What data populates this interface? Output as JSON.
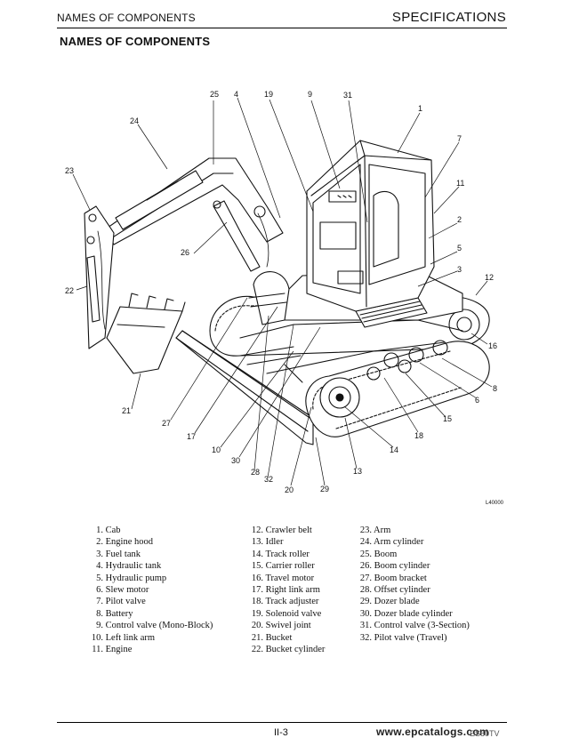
{
  "header": {
    "left": "NAMES OF COMPONENTS",
    "right": "SPECIFICATIONS"
  },
  "title": "NAMES OF COMPONENTS",
  "figure": {
    "code": "L40000",
    "callouts": [
      "25",
      "4",
      "19",
      "9",
      "31",
      "1",
      "24",
      "7",
      "23",
      "11",
      "2",
      "5",
      "26",
      "22",
      "3",
      "12",
      "16",
      "8",
      "6",
      "15",
      "18",
      "14",
      "21",
      "27",
      "17",
      "10",
      "30",
      "28",
      "32",
      "20",
      "29",
      "13"
    ]
  },
  "legend": {
    "col1": [
      {
        "n": "1.",
        "t": "Cab"
      },
      {
        "n": "2.",
        "t": "Engine hood"
      },
      {
        "n": "3.",
        "t": "Fuel tank"
      },
      {
        "n": "4.",
        "t": "Hydraulic tank"
      },
      {
        "n": "5.",
        "t": "Hydraulic pump"
      },
      {
        "n": "6.",
        "t": "Slew motor"
      },
      {
        "n": "7.",
        "t": "Pilot valve"
      },
      {
        "n": "8.",
        "t": "Battery"
      },
      {
        "n": "9.",
        "t": "Control valve (Mono-Block)"
      },
      {
        "n": "10.",
        "t": "Left link arm"
      },
      {
        "n": "11.",
        "t": "Engine"
      }
    ],
    "col2": [
      {
        "n": "12.",
        "t": "Crawler belt"
      },
      {
        "n": "13.",
        "t": "Idler"
      },
      {
        "n": "14.",
        "t": "Track roller"
      },
      {
        "n": "15.",
        "t": "Carrier roller"
      },
      {
        "n": "16.",
        "t": "Travel motor"
      },
      {
        "n": "17.",
        "t": "Right link arm"
      },
      {
        "n": "18.",
        "t": "Track adjuster"
      },
      {
        "n": "19.",
        "t": "Solenoid valve"
      },
      {
        "n": "20.",
        "t": "Swivel joint"
      },
      {
        "n": "21.",
        "t": "Bucket"
      },
      {
        "n": "22.",
        "t": "Bucket cylinder"
      }
    ],
    "col3": [
      {
        "n": "23.",
        "t": "Arm"
      },
      {
        "n": "24.",
        "t": "Arm cylinder"
      },
      {
        "n": "25.",
        "t": "Boom"
      },
      {
        "n": "26.",
        "t": "Boom cylinder"
      },
      {
        "n": "27.",
        "t": "Boom bracket"
      },
      {
        "n": "28.",
        "t": "Offset cylinder"
      },
      {
        "n": "29.",
        "t": "Dozer blade"
      },
      {
        "n": "30.",
        "t": "Dozer blade cylinder"
      },
      {
        "n": "31.",
        "t": "Control valve (3-Section)"
      },
      {
        "n": "32.",
        "t": "Pilot valve (Travel)"
      }
    ]
  },
  "footer": {
    "page": "II-3",
    "watermark": "www.epcatalogs.com",
    "model": "ES60TV"
  }
}
